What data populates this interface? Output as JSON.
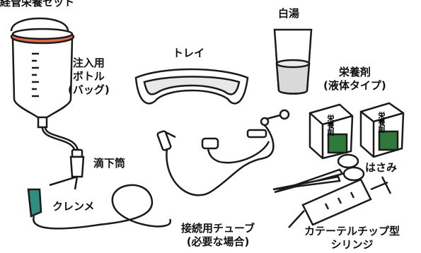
{
  "title": "経管栄養セット",
  "labels": {
    "hot_water": "白湯",
    "bottle_line1": "注入用",
    "bottle_line2": "ボトル",
    "bottle_line3": "(バッグ)",
    "tray": "トレイ",
    "nutrient_line1": "栄養剤",
    "nutrient_line2": "(液体タイプ)",
    "drip_chamber": "滴下筒",
    "scissors": "はさみ",
    "clamp": "クレンメ",
    "tube_line1": "接続用チューブ",
    "tube_line2": "(必要な場合)",
    "syringe_line1": "カテーテルチップ型",
    "syringe_line2": "シリンジ"
  },
  "box_text": [
    "栄養剤",
    "栄養剤"
  ],
  "colors": {
    "outline": "#1a1a1a",
    "bottle_cap": "#e06a4a",
    "clamp": "#2f8f7f",
    "box_green": "#2f7a3a",
    "water": "#d9d9d9",
    "tray_inner": "#e8e8e8"
  }
}
